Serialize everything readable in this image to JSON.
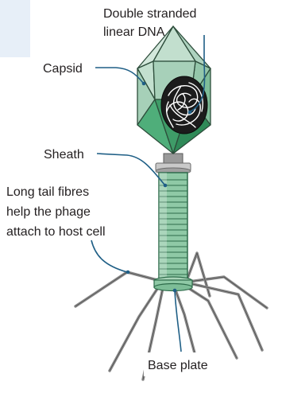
{
  "labels": {
    "dna_line1": "Double stranded",
    "dna_line2": "linear DNA",
    "capsid": "Capsid",
    "sheath": "Sheath",
    "fibres_line1": "Long tail fibres",
    "fibres_line2": "help the phage",
    "fibres_line3": "attach to host cell",
    "base_plate": "Base plate"
  },
  "colors": {
    "capsid_light": "#b3d6c4",
    "capsid_mid": "#8cc4a6",
    "capsid_dark": "#3f9c68",
    "sheath_green": "#8fc9a6",
    "fibre_grey": "#8c8c8c",
    "leader_blue": "#1f5f86",
    "corner_panel": "#e7eff8"
  }
}
